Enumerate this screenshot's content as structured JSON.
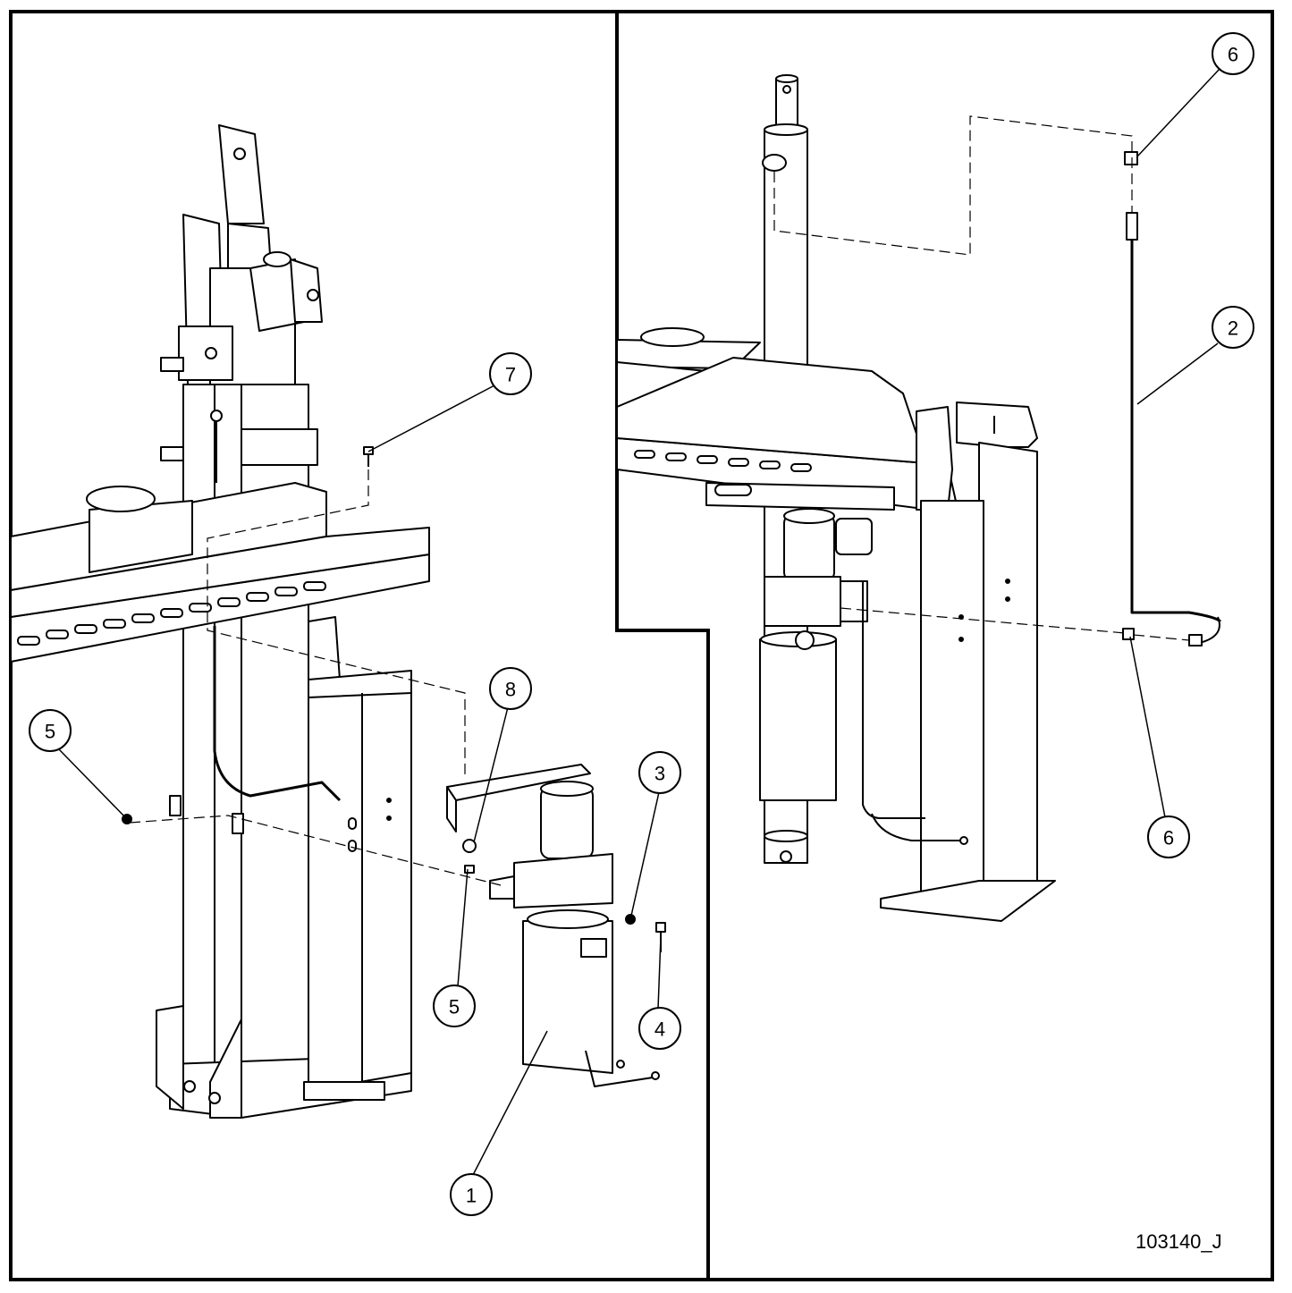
{
  "drawing_number": "103140_J",
  "callouts": [
    {
      "id": "callout-7",
      "label": "7"
    },
    {
      "id": "callout-8",
      "label": "8"
    },
    {
      "id": "callout-5-left",
      "label": "5"
    },
    {
      "id": "callout-3",
      "label": "3"
    },
    {
      "id": "callout-5-mid",
      "label": "5"
    },
    {
      "id": "callout-4",
      "label": "4"
    },
    {
      "id": "callout-1",
      "label": "1"
    },
    {
      "id": "callout-6-top",
      "label": "6"
    },
    {
      "id": "callout-2",
      "label": "2"
    },
    {
      "id": "callout-6-bottom",
      "label": "6"
    }
  ]
}
